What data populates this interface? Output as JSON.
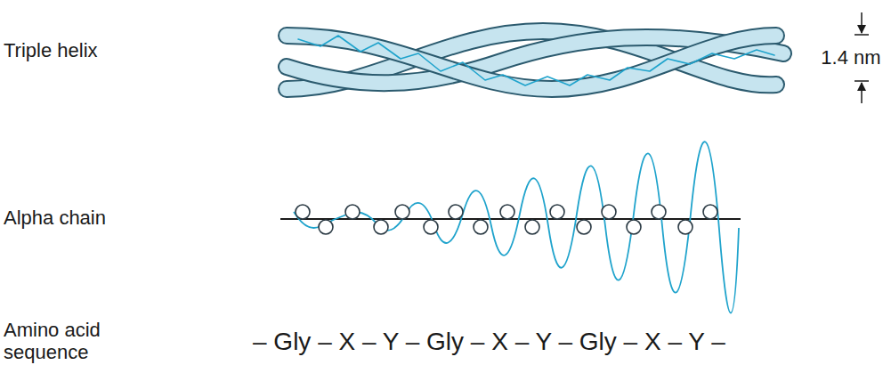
{
  "diagram": {
    "labels": [
      "Triple helix",
      "1.4 nm",
      "Alpha chain",
      "Amino acid sequence",
      "– Gly – X – Y – Gly – X – Y – Gly – X – Y –"
    ]
  }
}
